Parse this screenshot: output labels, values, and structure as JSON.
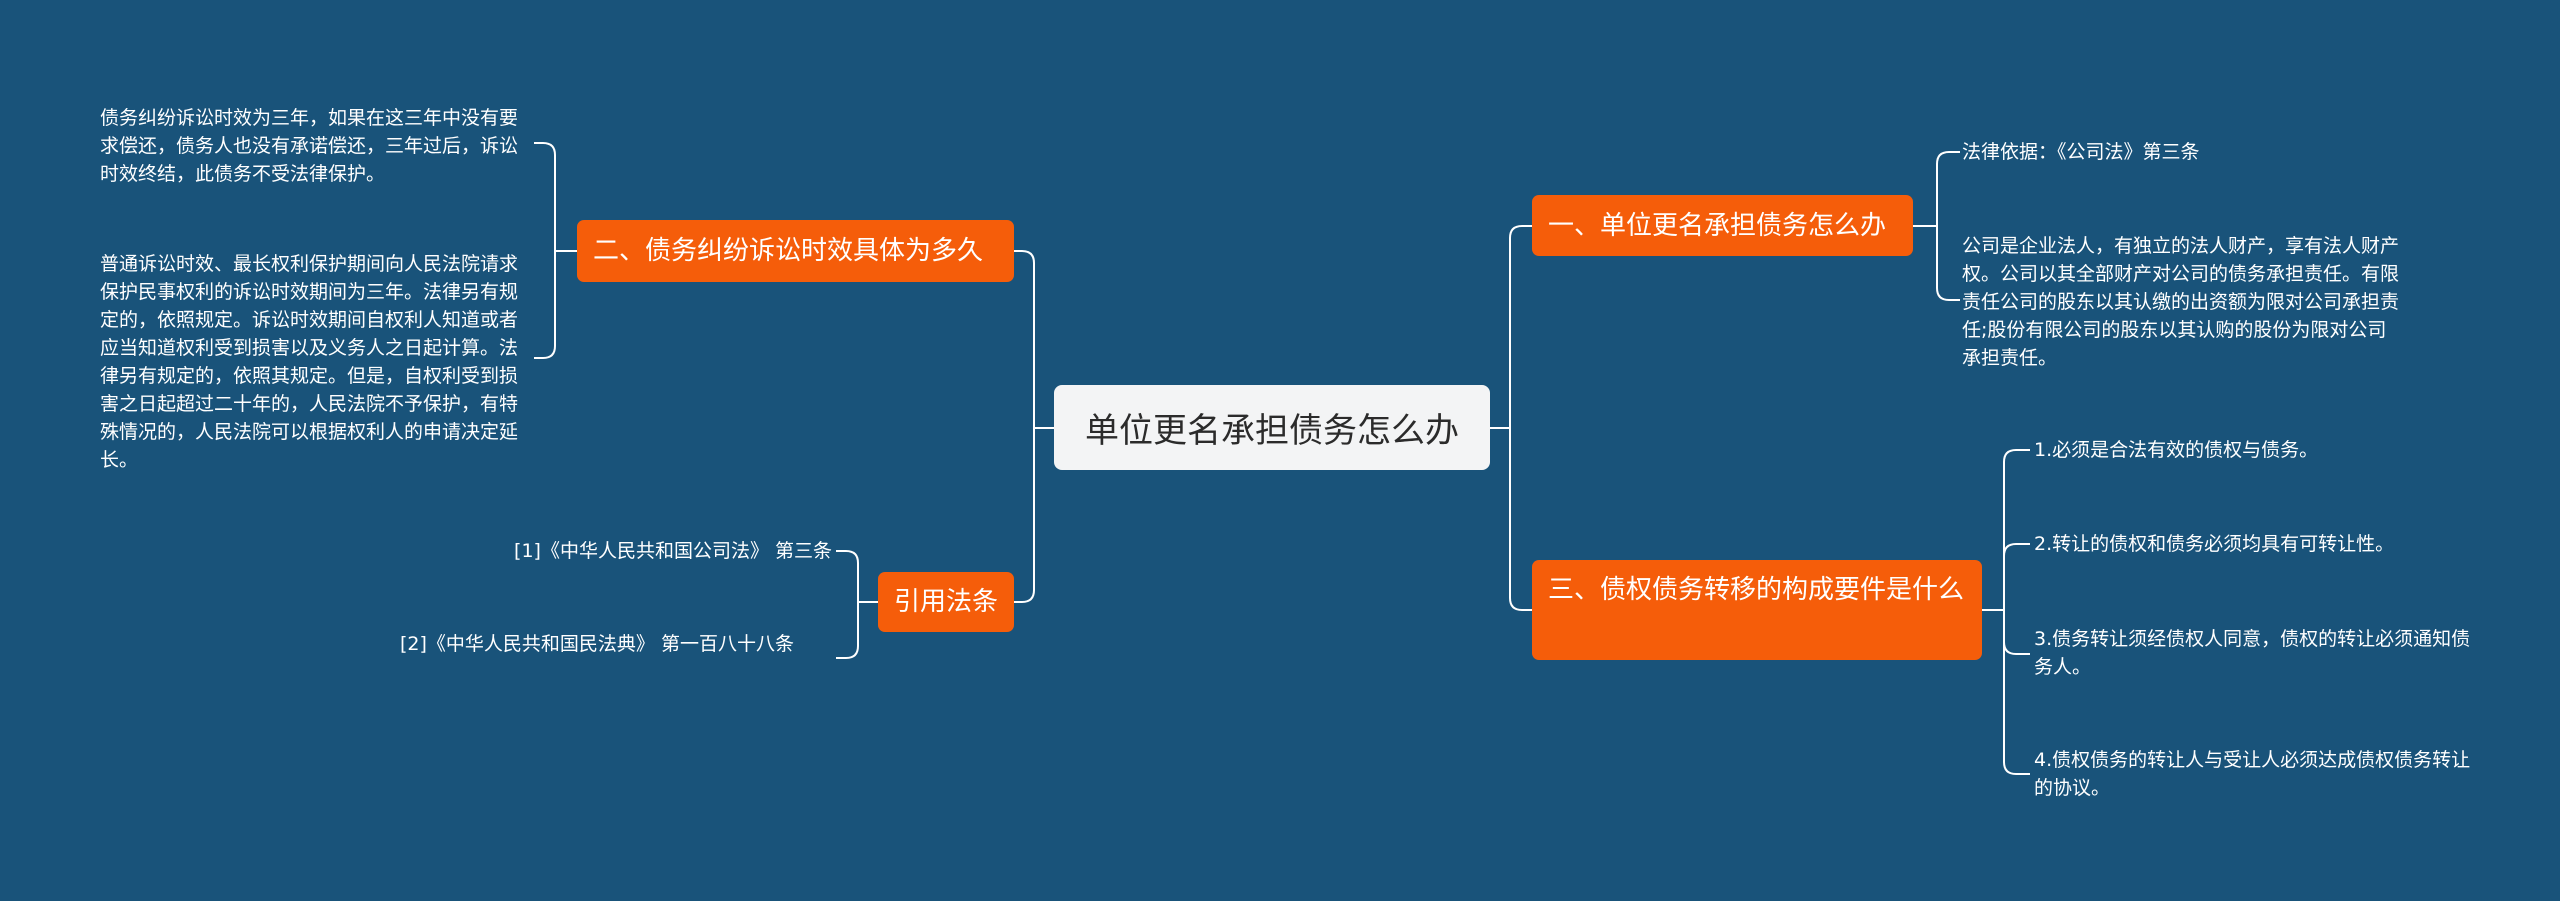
{
  "root": {
    "title": "单位更名承担债务怎么办"
  },
  "branches": {
    "b1": {
      "label": "一、单位更名承担债务怎么办",
      "leaves": [
        "法律依据：《公司法》第三条",
        "公司是企业法人，有独立的法人财产，享有法人财产权。公司以其全部财产对公司的债务承担责任。有限责任公司的股东以其认缴的出资额为限对公司承担责任;股份有限公司的股东以其认购的股份为限对公司承担责任。"
      ]
    },
    "b2": {
      "label": "二、债务纠纷诉讼时效具体为多久",
      "leaves": [
        "债务纠纷诉讼时效为三年，如果在这三年中没有要求偿还，债务人也没有承诺偿还，三年过后，诉讼时效终结，此债务不受法律保护。",
        "普通诉讼时效、最长权利保护期间向人民法院请求保护民事权利的诉讼时效期间为三年。法律另有规定的，依照规定。诉讼时效期间自权利人知道或者应当知道权利受到损害以及义务人之日起计算。法律另有规定的，依照其规定。但是，自权利受到损害之日起超过二十年的，人民法院不予保护，有特殊情况的，人民法院可以根据权利人的申请决定延长。"
      ]
    },
    "b3": {
      "label": "三、债权债务转移的构成要件是什么",
      "leaves": [
        "1.必须是合法有效的债权与债务。",
        "2.转让的债权和债务必须均具有可转让性。",
        "3.债务转让须经债权人同意，债权的转让必须通知债务人。",
        "4.债权债务的转让人与受让人必须达成债权债务转让的协议。"
      ]
    },
    "b4": {
      "label": "引用法条",
      "leaves": [
        "[1]《中华人民共和国公司法》 第三条",
        "[2]《中华人民共和国民法典》 第一百八十八条"
      ]
    }
  },
  "colors": {
    "background": "#19537a",
    "branch_fill": "#f55d0a",
    "root_fill": "#f3f4f5",
    "connector": "#ffffff"
  }
}
